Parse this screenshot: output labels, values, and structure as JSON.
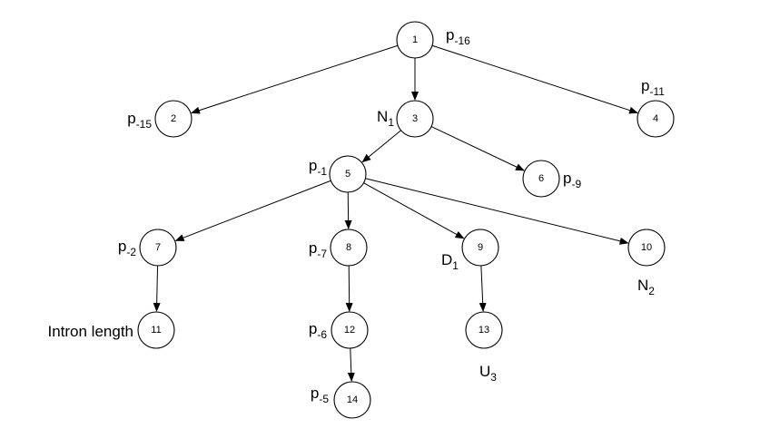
{
  "nodes": [
    {
      "id": "1",
      "label": {
        "base": "p",
        "sub": "-16"
      }
    },
    {
      "id": "2",
      "label": {
        "base": "p",
        "sub": "-15"
      }
    },
    {
      "id": "3",
      "label": {
        "base": "N",
        "sub": "1"
      }
    },
    {
      "id": "4",
      "label": {
        "base": "p",
        "sub": "-11"
      }
    },
    {
      "id": "5",
      "label": {
        "base": "p",
        "sub": "-1"
      }
    },
    {
      "id": "6",
      "label": {
        "base": "p",
        "sub": "-9"
      }
    },
    {
      "id": "7",
      "label": {
        "base": "p",
        "sub": "-2"
      }
    },
    {
      "id": "8",
      "label": {
        "base": "p",
        "sub": "-7"
      }
    },
    {
      "id": "9",
      "label": {
        "base": "D",
        "sub": "1"
      }
    },
    {
      "id": "10",
      "label": {
        "base": "N",
        "sub": "2"
      }
    },
    {
      "id": "11",
      "label": {
        "base": "Intron length",
        "sub": ""
      }
    },
    {
      "id": "12",
      "label": {
        "base": "p",
        "sub": "-6"
      }
    },
    {
      "id": "13",
      "label": {
        "base": "U",
        "sub": "3"
      }
    },
    {
      "id": "14",
      "label": {
        "base": "p",
        "sub": "-5"
      }
    }
  ],
  "edges": [
    {
      "from": "1",
      "to": "2"
    },
    {
      "from": "1",
      "to": "3"
    },
    {
      "from": "1",
      "to": "4"
    },
    {
      "from": "3",
      "to": "5"
    },
    {
      "from": "3",
      "to": "6"
    },
    {
      "from": "5",
      "to": "7"
    },
    {
      "from": "5",
      "to": "8"
    },
    {
      "from": "5",
      "to": "9"
    },
    {
      "from": "5",
      "to": "10"
    },
    {
      "from": "7",
      "to": "11"
    },
    {
      "from": "8",
      "to": "12"
    },
    {
      "from": "9",
      "to": "13"
    },
    {
      "from": "12",
      "to": "14"
    }
  ]
}
